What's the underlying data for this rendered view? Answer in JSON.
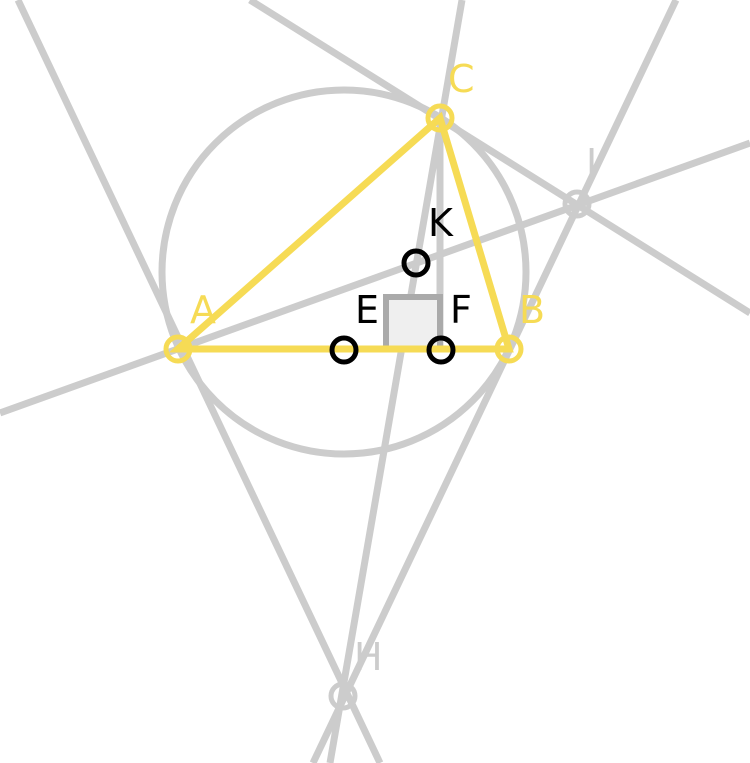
{
  "colors": {
    "construction": "#cccccc",
    "triangle": "#f6db55",
    "highlight_point": "#000000",
    "right_angle_fill": "#efefef",
    "right_angle_stroke": "#aaaaaa"
  },
  "points": {
    "A": {
      "label": "A",
      "color": "#f6db55"
    },
    "B": {
      "label": "B",
      "color": "#f6db55"
    },
    "C": {
      "label": "C",
      "color": "#f6db55"
    },
    "I": {
      "label": "I",
      "color": "#cccccc"
    },
    "H": {
      "label": "H",
      "color": "#cccccc"
    },
    "E": {
      "label": "E",
      "color": "#000000"
    },
    "F": {
      "label": "F",
      "color": "#000000"
    },
    "K": {
      "label": "K",
      "color": "#000000"
    }
  },
  "triangle": [
    "A",
    "B",
    "C"
  ],
  "circle": {
    "passes_through": [
      "A",
      "B",
      "C"
    ]
  },
  "right_angle_marker": {
    "at": "F"
  }
}
